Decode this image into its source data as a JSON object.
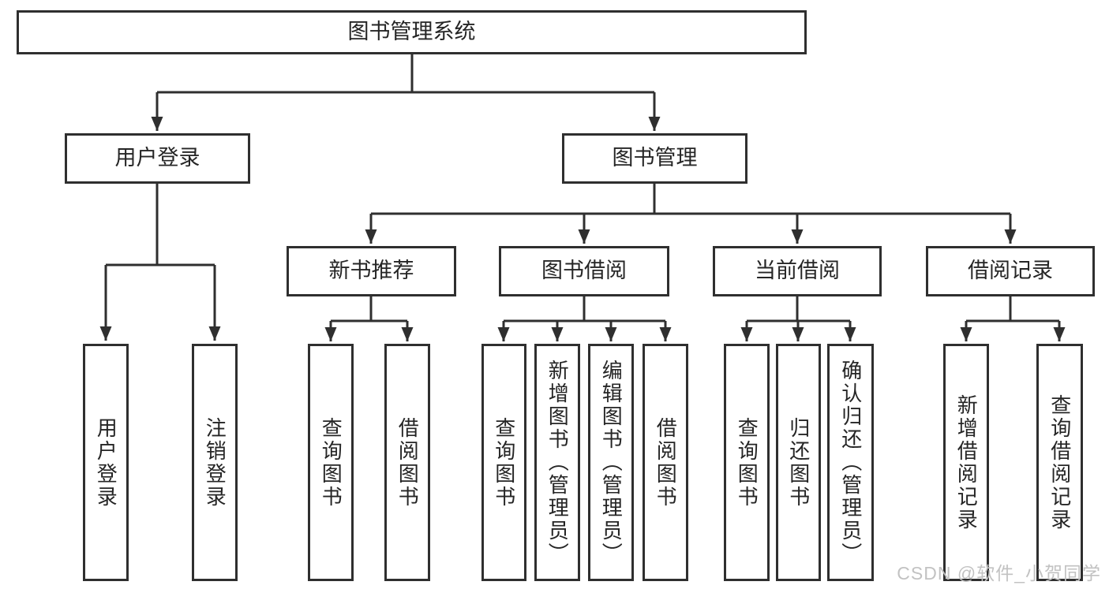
{
  "tree": {
    "label": "图书管理系统",
    "children": [
      {
        "label": "用户登录",
        "children": [
          {
            "label": "用户登录"
          },
          {
            "label": "注销登录"
          }
        ]
      },
      {
        "label": "图书管理",
        "children": [
          {
            "label": "新书推荐",
            "children": [
              {
                "label": "查询图书"
              },
              {
                "label": "借阅图书"
              }
            ]
          },
          {
            "label": "图书借阅",
            "children": [
              {
                "label": "查询图书"
              },
              {
                "label": "新增图书（管理员）"
              },
              {
                "label": "编辑图书（管理员）"
              },
              {
                "label": "借阅图书"
              }
            ]
          },
          {
            "label": "当前借阅",
            "children": [
              {
                "label": "查询图书"
              },
              {
                "label": "归还图书"
              },
              {
                "label": "确认归还（管理员）"
              }
            ]
          },
          {
            "label": "借阅记录",
            "children": [
              {
                "label": "新增借阅记录"
              },
              {
                "label": "查询借阅记录"
              }
            ]
          }
        ]
      }
    ]
  },
  "watermark": {
    "text": "CSDN @软件_小贺同学"
  },
  "colors": {
    "line": "#2f2f2f",
    "box_border": "#2f2f2f",
    "text": "#252525",
    "watermark": "#c2c2c2",
    "background": "#ffffff"
  }
}
